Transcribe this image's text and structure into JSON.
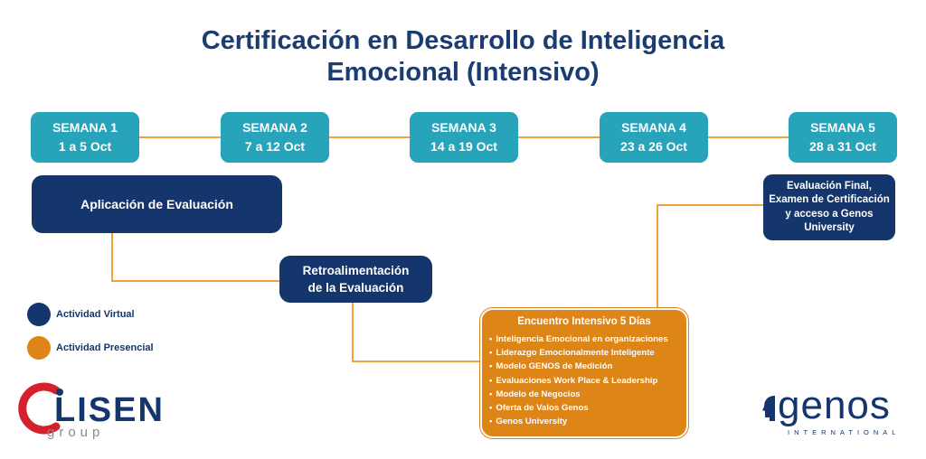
{
  "title": {
    "line1": "Certificación en Desarrollo de Inteligencia",
    "line2": "Emocional (Intensivo)"
  },
  "weeks": [
    {
      "name": "SEMANA 1",
      "dates": "1 a 5 Oct"
    },
    {
      "name": "SEMANA 2",
      "dates": "7 a 12 Oct"
    },
    {
      "name": "SEMANA 3",
      "dates": "14 a 19 Oct"
    },
    {
      "name": "SEMANA 4",
      "dates": "23 a 26 Oct"
    },
    {
      "name": "SEMANA 5",
      "dates": "28 a 31 Oct"
    }
  ],
  "activities": {
    "aplicacion": "Aplicación de Evaluación",
    "retro_line1": "Retroalimentación",
    "retro_line2": "de la Evaluación",
    "final_line1": "Evaluación Final,",
    "final_line2": "Examen de Certificación",
    "final_line3": "y acceso a Genos",
    "final_line4": "University"
  },
  "intensive": {
    "title": "Encuentro Intensivo 5 Días",
    "items": [
      "Inteligencia Emocional en organizaciones",
      "Liderazgo Emocionalmente Inteligente",
      "Modelo GENOS de Medición",
      "Evaluaciones Work Place & Leadership",
      "Modelo de Negocios",
      "Oferta de Valos Genos",
      "Genos University"
    ]
  },
  "legend": {
    "virtual": "Actividad Virtual",
    "presencial": "Actividad Presencial"
  },
  "logos": {
    "lisen": "LISEN",
    "lisen_sub": "group",
    "genos": "genos",
    "genos_sub": "INTERNATIONAL"
  },
  "colors": {
    "virtual": "#14366c",
    "presencial": "#de8518",
    "week": "#27a4b9",
    "connector": "#f0a23a",
    "lisen_red": "#d4212c"
  }
}
